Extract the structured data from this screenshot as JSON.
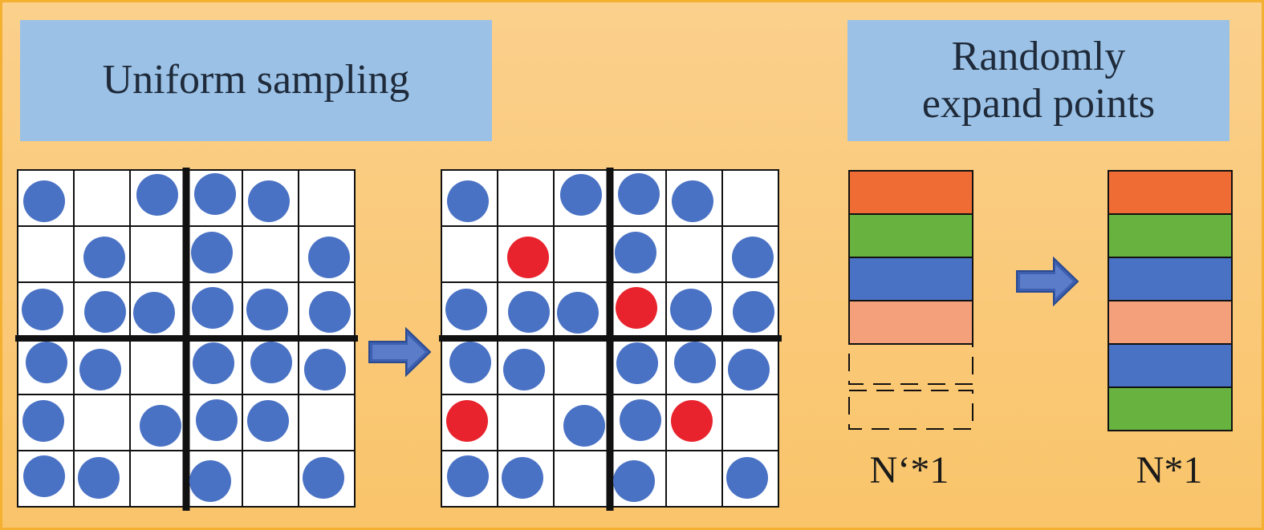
{
  "titles": {
    "uniform_sampling": "Uniform sampling",
    "randomly_expand": "Randomly\nexpand points"
  },
  "labels": {
    "before_expand": "N‘*1",
    "after_expand": "N*1"
  },
  "colors": {
    "background": "#f9c46a",
    "border": "#f4b030",
    "title_box": "#9bc2e6",
    "point_blue": "#4a72c4",
    "point_red": "#e8232d",
    "arrow": "#3d5fb0",
    "orange": "#ef6c35",
    "green": "#68b340",
    "blue": "#4a72c4",
    "salmon": "#f4a07a"
  },
  "grid_size": 6,
  "grid_before": {
    "cells": [
      [
        "blue",
        "none",
        "blue",
        "blue",
        "blue",
        "none"
      ],
      [
        "none",
        "blue",
        "none",
        "blue",
        "none",
        "blue"
      ],
      [
        "blue",
        "blue",
        "blue",
        "blue",
        "blue",
        "blue"
      ],
      [
        "blue",
        "blue",
        "none",
        "blue",
        "blue",
        "blue"
      ],
      [
        "blue",
        "none",
        "blue",
        "blue",
        "blue",
        "none"
      ],
      [
        "blue",
        "blue",
        "none",
        "blue",
        "none",
        "blue"
      ]
    ]
  },
  "grid_after": {
    "cells": [
      [
        "blue",
        "none",
        "blue",
        "blue",
        "blue",
        "none"
      ],
      [
        "none",
        "red",
        "none",
        "blue",
        "none",
        "blue"
      ],
      [
        "blue",
        "blue",
        "blue",
        "red",
        "blue",
        "blue"
      ],
      [
        "blue",
        "blue",
        "none",
        "blue",
        "blue",
        "blue"
      ],
      [
        "red",
        "none",
        "blue",
        "blue",
        "red",
        "none"
      ],
      [
        "blue",
        "blue",
        "none",
        "blue",
        "none",
        "blue"
      ]
    ]
  },
  "stack_before": {
    "filled": [
      "orange",
      "green",
      "blue",
      "salmon"
    ],
    "empty_slots": 2
  },
  "stack_after": {
    "filled": [
      "orange",
      "green",
      "blue",
      "salmon",
      "blue",
      "green"
    ],
    "empty_slots": 0
  }
}
